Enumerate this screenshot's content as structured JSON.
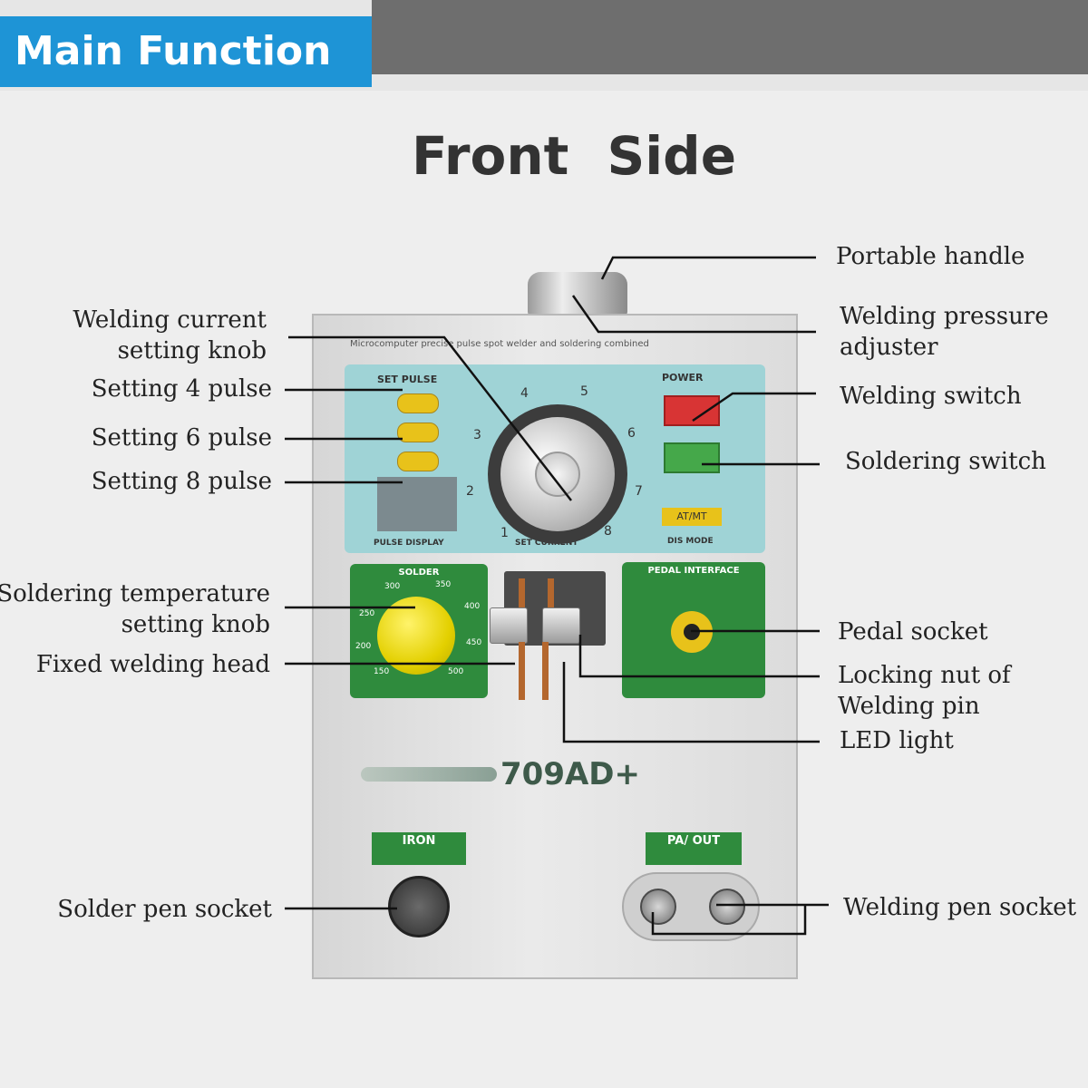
{
  "banner": {
    "title": "Main Function"
  },
  "heading": "Front  Side",
  "device": {
    "tagline": "Microcomputer precise pulse spot welder and soldering combined",
    "set_pulse_label": "SET PULSE",
    "pulse_display_label": "PULSE DISPLAY",
    "set_current_label": "SET CURRENT",
    "power_label": "POWER",
    "dis_mode_label": "DIS MODE",
    "at_mt_label": "AT/MT",
    "solder_label": "SOLDER",
    "pedal_interface_label": "PEDAL INTERFACE",
    "dial_numbers": [
      "1",
      "2",
      "3",
      "4",
      "5",
      "6",
      "7",
      "8"
    ],
    "solder_scale": [
      "150",
      "200",
      "250",
      "300",
      "350",
      "400",
      "450",
      "500"
    ],
    "model": "709AD+",
    "iron_tag": "IRON",
    "pa_out_tag": "PA/ OUT"
  },
  "callouts": {
    "left": [
      {
        "text": "Welding current\nsetting knob"
      },
      {
        "text": "Setting 4 pulse"
      },
      {
        "text": "Setting 6 pulse"
      },
      {
        "text": "Setting 8 pulse"
      },
      {
        "text": "Soldering temperature\nsetting knob"
      },
      {
        "text": "Fixed welding head"
      },
      {
        "text": "Solder pen socket"
      }
    ],
    "right": [
      {
        "text": "Portable handle"
      },
      {
        "text": "Welding pressure\nadjuster"
      },
      {
        "text": "Welding switch"
      },
      {
        "text": "Soldering switch"
      },
      {
        "text": "Pedal socket"
      },
      {
        "text": "Locking nut of\nWelding pin"
      },
      {
        "text": "LED light"
      },
      {
        "text": "Welding pen socket"
      }
    ]
  },
  "colors": {
    "banner_blue": "#1e94d6",
    "panel_teal": "#9fd3d6",
    "panel_green": "#2f8b3d",
    "knob_yellow": "#e3d000"
  }
}
